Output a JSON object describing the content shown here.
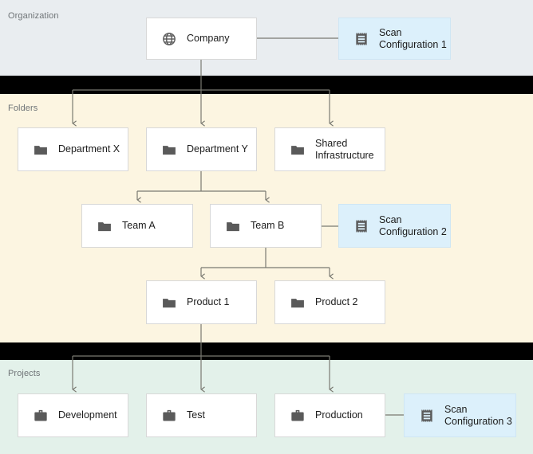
{
  "sections": [
    {
      "id": "organization",
      "label": "Organization",
      "background": "#e9edf0"
    },
    {
      "id": "folders",
      "label": "Folders",
      "background": "#fcf5e1"
    },
    {
      "id": "projects",
      "label": "Projects",
      "background": "#e3f1ea"
    }
  ],
  "colors": {
    "organization_band": "#e9edf0",
    "folders_band": "#fcf5e1",
    "projects_band": "#e3f1ea",
    "divider_band": "#000000",
    "node_fill": "#ffffff",
    "node_border": "#d8d8d8",
    "scan_fill": "#dcf0fb",
    "scan_border": "#cfe6f4",
    "connector": "#7a7a72",
    "icon": "#5a5a5a",
    "label_text": "#6f7477",
    "node_text": "#1c1c1c"
  },
  "nodes": {
    "company": {
      "label": "Company",
      "icon": "globe-icon",
      "type": "organization"
    },
    "scan1": {
      "label": "Scan\nConfiguration 1",
      "icon": "scan-config-icon",
      "type": "scan-configuration"
    },
    "department_x": {
      "label": "Department X",
      "icon": "folder-icon",
      "type": "folder"
    },
    "department_y": {
      "label": "Department Y",
      "icon": "folder-icon",
      "type": "folder"
    },
    "shared_infrastructure": {
      "label": "Shared\nInfrastructure",
      "icon": "folder-icon",
      "type": "folder"
    },
    "team_a": {
      "label": "Team A",
      "icon": "folder-icon",
      "type": "folder"
    },
    "team_b": {
      "label": "Team B",
      "icon": "folder-icon",
      "type": "folder"
    },
    "scan2": {
      "label": "Scan\nConfiguration 2",
      "icon": "scan-config-icon",
      "type": "scan-configuration"
    },
    "product_1": {
      "label": "Product 1",
      "icon": "folder-icon",
      "type": "folder"
    },
    "product_2": {
      "label": "Product 2",
      "icon": "folder-icon",
      "type": "folder"
    },
    "development": {
      "label": "Development",
      "icon": "briefcase-icon",
      "type": "project"
    },
    "test": {
      "label": "Test",
      "icon": "briefcase-icon",
      "type": "project"
    },
    "production": {
      "label": "Production",
      "icon": "briefcase-icon",
      "type": "project"
    },
    "scan3": {
      "label": "Scan\nConfiguration 3",
      "icon": "scan-config-icon",
      "type": "scan-configuration"
    }
  },
  "edges": [
    {
      "from": "company",
      "to": "scan1",
      "style": "straight"
    },
    {
      "from": "company",
      "to": "department_x",
      "style": "elbow-arrow"
    },
    {
      "from": "company",
      "to": "department_y",
      "style": "elbow-arrow"
    },
    {
      "from": "company",
      "to": "shared_infrastructure",
      "style": "elbow-arrow"
    },
    {
      "from": "department_y",
      "to": "team_a",
      "style": "elbow-arrow"
    },
    {
      "from": "department_y",
      "to": "team_b",
      "style": "elbow-arrow"
    },
    {
      "from": "team_b",
      "to": "scan2",
      "style": "straight"
    },
    {
      "from": "team_b",
      "to": "product_1",
      "style": "elbow-arrow"
    },
    {
      "from": "team_b",
      "to": "product_2",
      "style": "elbow-arrow"
    },
    {
      "from": "product_1",
      "to": "development",
      "style": "elbow-arrow"
    },
    {
      "from": "product_1",
      "to": "test",
      "style": "elbow-arrow"
    },
    {
      "from": "product_1",
      "to": "production",
      "style": "elbow-arrow"
    },
    {
      "from": "production",
      "to": "scan3",
      "style": "straight"
    }
  ]
}
